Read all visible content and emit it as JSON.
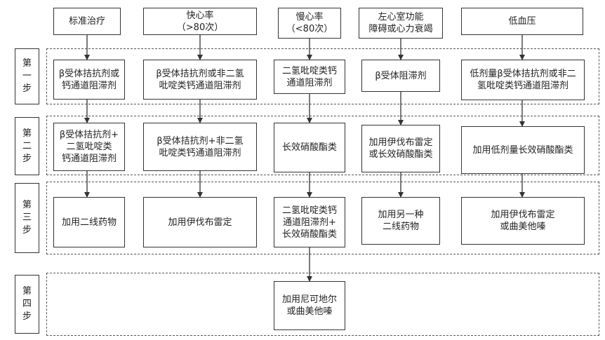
{
  "headers": [
    "标准治疗",
    "快心率\n（>80次）",
    "慢心率\n（<80次）",
    "左心室功能\n障碍或心力衰竭",
    "低血压"
  ],
  "steps": [
    [
      "第",
      "一",
      "步"
    ],
    [
      "第",
      "二",
      "步"
    ],
    [
      "第",
      "三",
      "步"
    ],
    [
      "第",
      "四",
      "步"
    ]
  ],
  "step1": [
    "β受体拮抗剂或\n钙通道阻滞剂",
    "β受体拮抗剂或非二氢\n吡啶类钙通道阻滞剂",
    "二氢吡啶类钙\n通道阻滞剂",
    "β受体阻滞剂",
    "低剂量β受体拮抗剂或非二\n氢吡啶类钙通道阻滞剂"
  ],
  "step2": [
    "β受体拮抗剂+\n二氢吡啶类\n钙通道阻滞剂",
    "β受体拮抗剂+非二氢\n吡啶类钙通道阻滞剂",
    "长效硝酸酯类",
    "加用伊伐布雷定\n或长效硝酸酯类",
    "加用低剂量长效硝酸酯类"
  ],
  "step3": [
    "加用二线药物",
    "加用伊伐布雷定",
    "二氢吡啶类钙\n通道阻滞剂+\n长效硝酸酯类",
    "加用另一种\n二线药物",
    "加用伊伐布雷定\n或曲美他嗪"
  ],
  "step4": "加用尼可地尔\n或曲美他嗪"
}
